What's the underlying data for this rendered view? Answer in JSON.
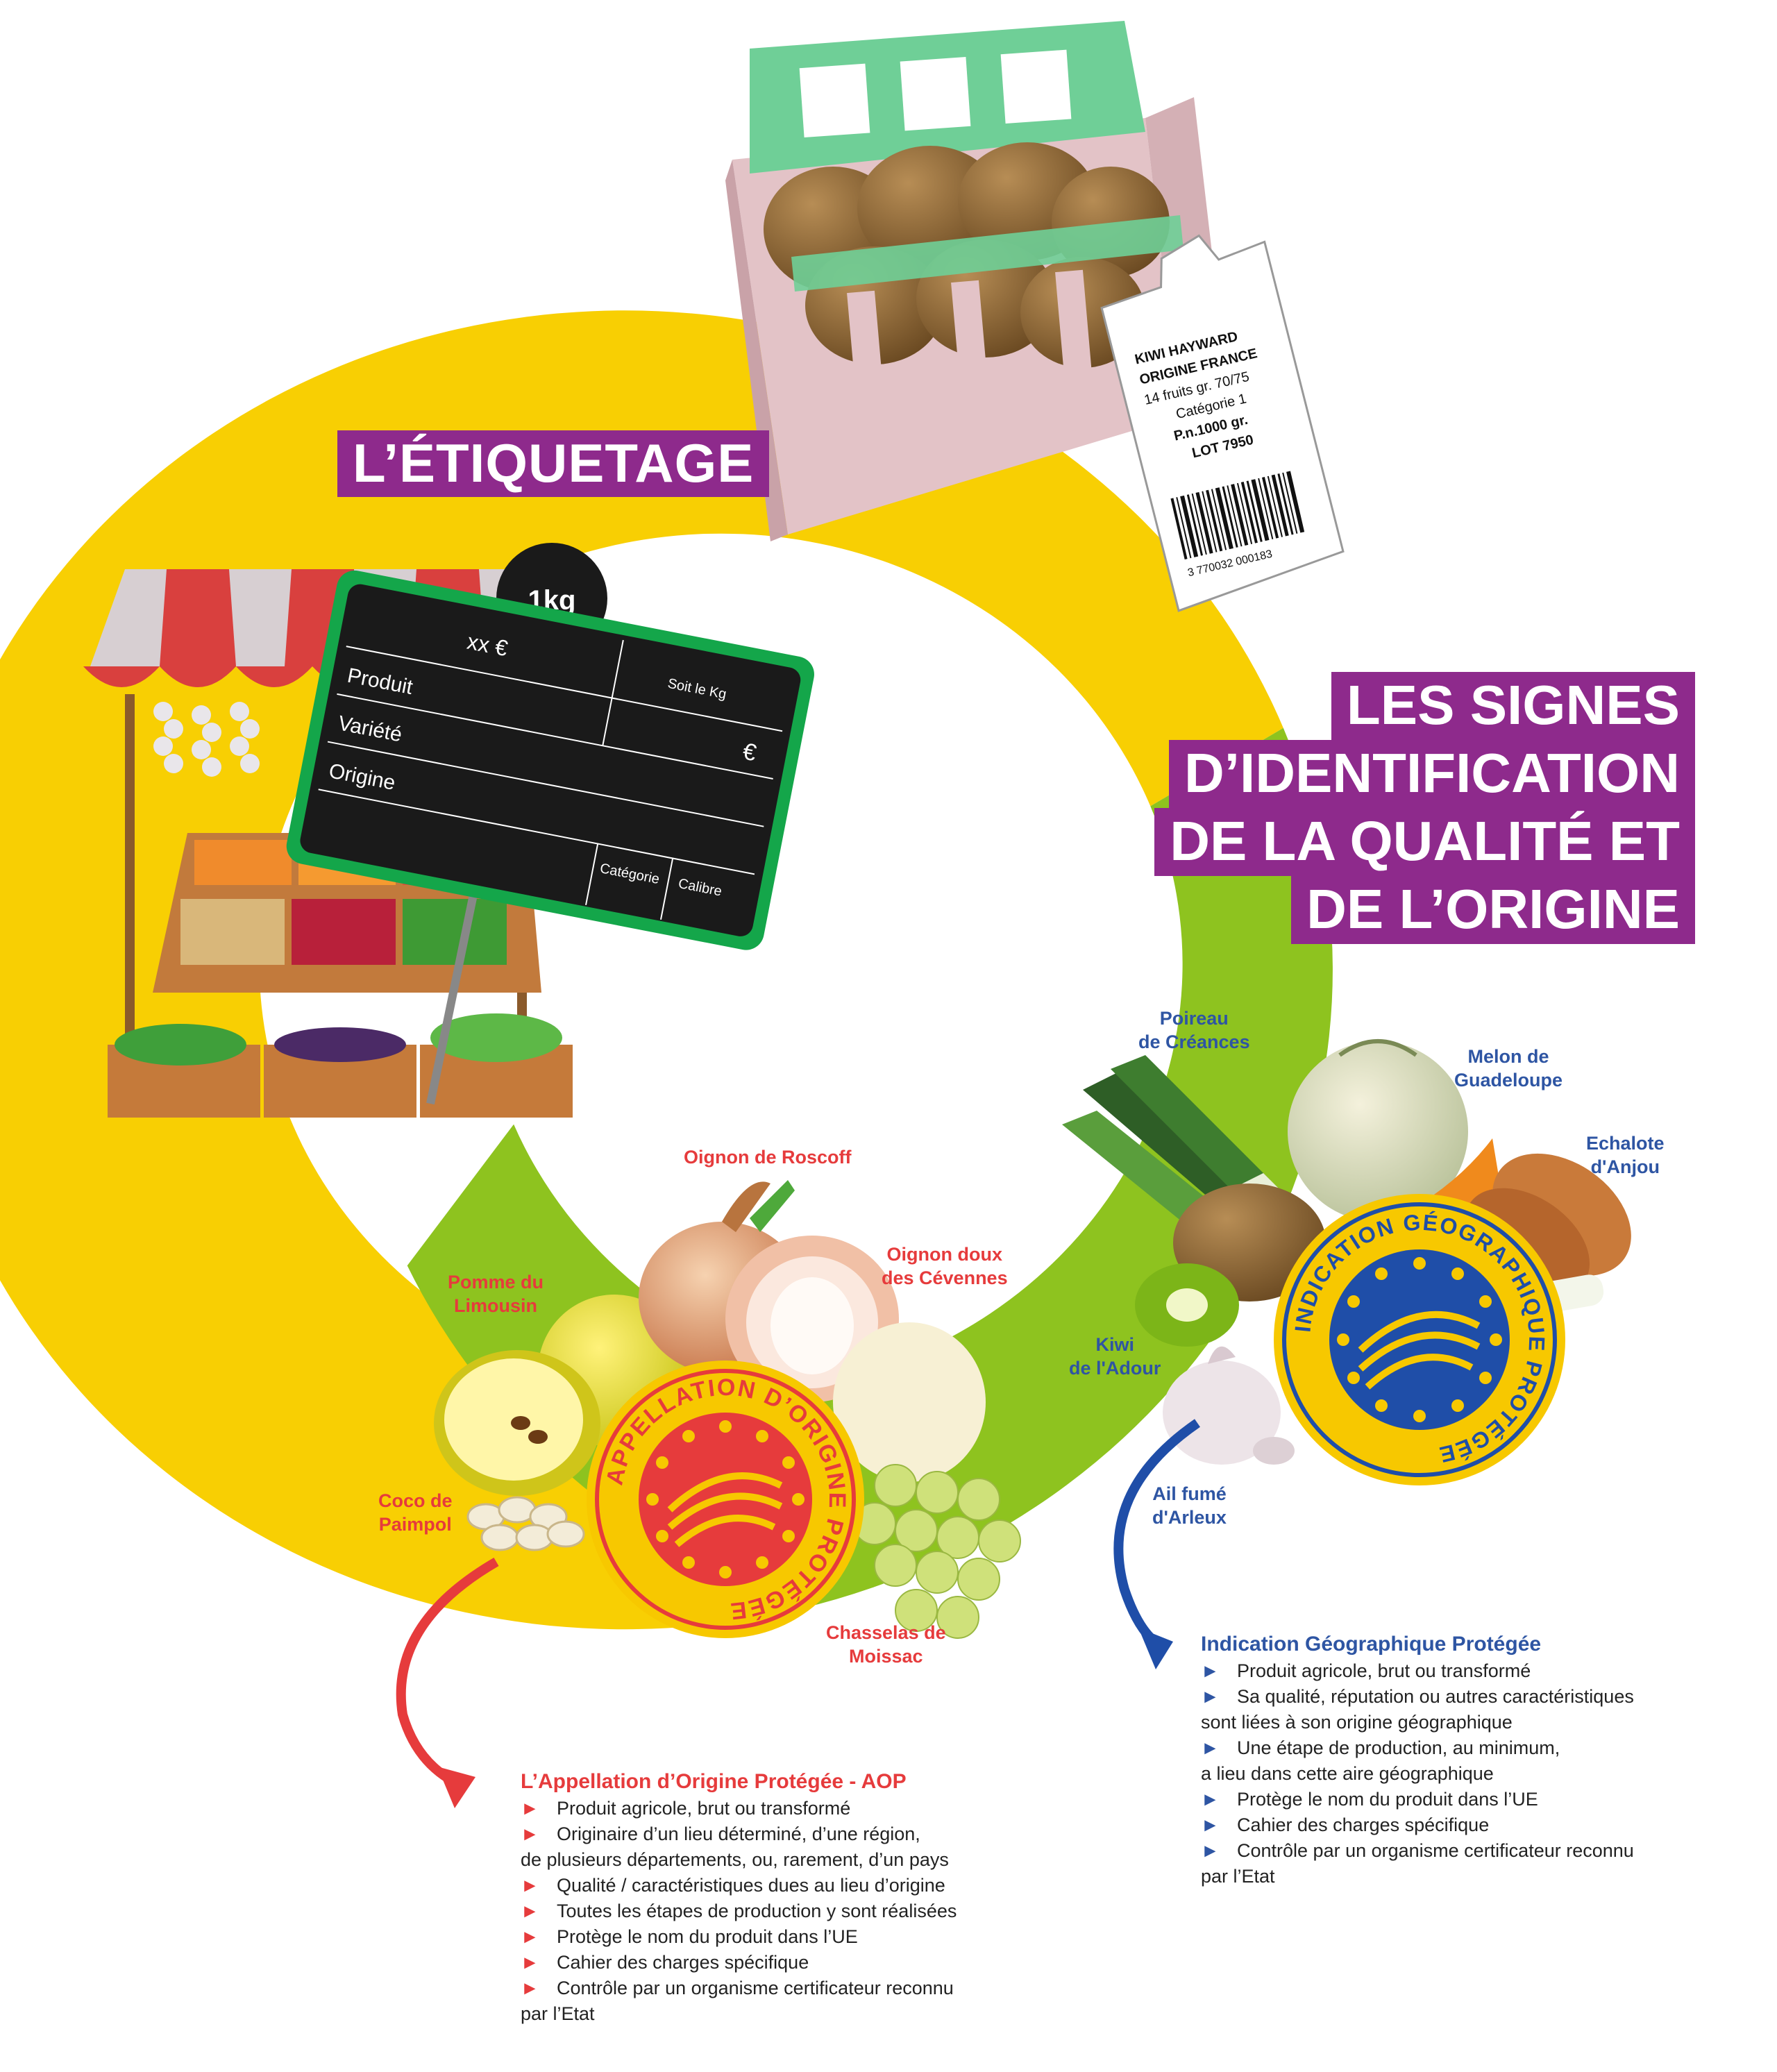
{
  "titles": {
    "etiquetage": "L’ÉTIQUETAGE",
    "siqo": [
      "LES SIGNES",
      "D’IDENTIFICATION",
      "DE LA QUALITÉ ET",
      "DE L’ORIGINE"
    ]
  },
  "colors": {
    "ring_yellow": "#f8cf03",
    "ring_green": "#8ec31f",
    "title_purple": "#8e2a8c",
    "aop_red": "#e63b3c",
    "igp_blue": "#2e55a3",
    "seal_yellow": "#f7c800",
    "seal_eu_blue": "#1f4ea8",
    "tray_green": "#6fcf97",
    "sign_green": "#14a64a"
  },
  "kiwi_tag": {
    "lines": [
      "KIWI HAYWARD",
      "ORIGINE FRANCE",
      "14 fruits gr. 70/75",
      "Catégorie 1",
      "P.n.1000 gr.",
      "LOT 7950"
    ],
    "barcode": "3 770032 000183"
  },
  "price_sign": {
    "weight": "1kg",
    "price": "xx €",
    "per_kg": "Soit le Kg",
    "euro": "€",
    "produit": "Produit",
    "variete": "Variété",
    "origine": "Origine",
    "categorie": "Catégorie",
    "calibre": "Calibre"
  },
  "seals": {
    "aop": "APPELLATION D’ORIGINE PROTÉGÉE",
    "igp": "INDICATION GÉOGRAPHIQUE PROTÉGÉE"
  },
  "products_aop": [
    {
      "name": "Oignon de Roscoff"
    },
    {
      "name": "Oignon doux\ndes Cévennes"
    },
    {
      "name": "Pomme du\nLimousin"
    },
    {
      "name": "Coco de\nPaimpol"
    },
    {
      "name": "Chasselas de\nMoissac"
    }
  ],
  "products_igp": [
    {
      "name": "Poireau\nde Créances"
    },
    {
      "name": "Melon de\nGuadeloupe"
    },
    {
      "name": "Echalote\nd'Anjou"
    },
    {
      "name": "Kiwi\nde l'Adour"
    },
    {
      "name": "Ail fumé\nd'Arleux"
    }
  ],
  "aop_info": {
    "title": "L’Appellation d’Origine Protégée - AOP",
    "items": [
      [
        "Produit agricole, brut ou transformé"
      ],
      [
        "Originaire d’un lieu déterminé, d’une région,",
        "de plusieurs départements, ou, rarement, d’un pays"
      ],
      [
        "Qualité / caractéristiques dues au lieu d’origine"
      ],
      [
        "Toutes les étapes de production y sont réalisées"
      ],
      [
        "Protège le nom du produit dans l’UE"
      ],
      [
        "Cahier des charges spécifique"
      ],
      [
        "Contrôle par un organisme certificateur reconnu",
        "par l’Etat"
      ]
    ]
  },
  "igp_info": {
    "title": "Indication Géographique Protégée",
    "items": [
      [
        "Produit agricole, brut ou transformé"
      ],
      [
        "Sa qualité, réputation ou autres caractéristiques",
        "sont liées à son origine géographique"
      ],
      [
        "Une étape de production, au minimum,",
        "a lieu dans cette aire géographique"
      ],
      [
        "Protège le nom du produit dans l’UE"
      ],
      [
        "Cahier des charges spécifique"
      ],
      [
        "Contrôle par un organisme certificateur reconnu",
        "par l’Etat"
      ]
    ]
  }
}
